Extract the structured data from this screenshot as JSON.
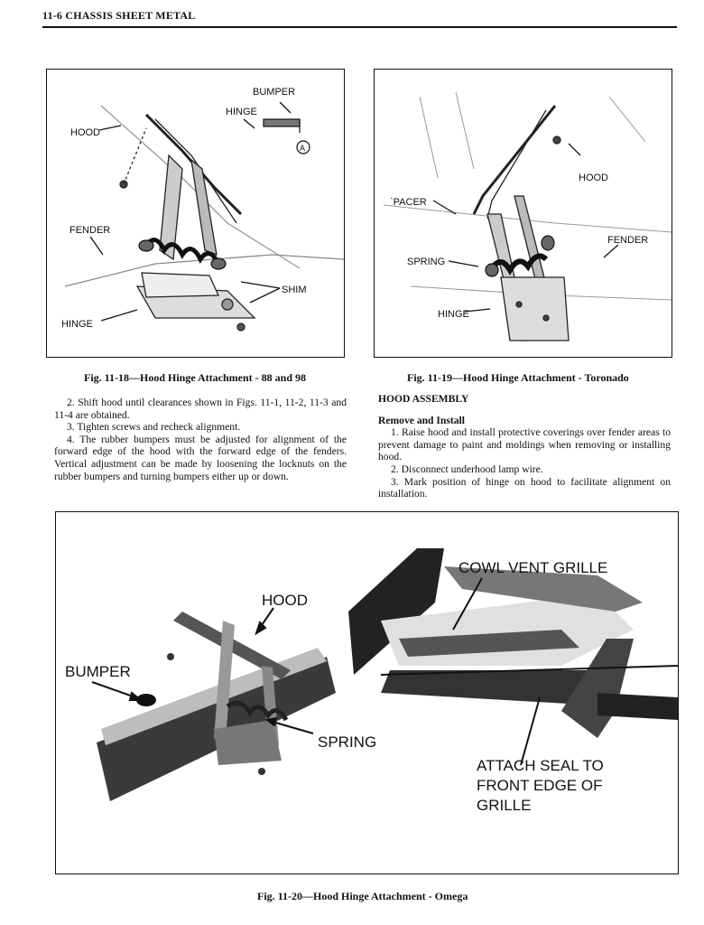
{
  "header": {
    "page_title": "11-6  CHASSIS SHEET METAL"
  },
  "fig18": {
    "labels": {
      "bumper": "BUMPER",
      "hinge_top": "HINGE",
      "view": "A",
      "hood": "HOOD",
      "fender": "FENDER",
      "shim": "SHIM",
      "hinge_bottom": "HINGE"
    },
    "caption": "Fig. 11-18—Hood Hinge Attachment - 88 and 98"
  },
  "fig19": {
    "labels": {
      "hood": "HOOD",
      "spacer": "`PACER",
      "fender": "FENDER",
      "spring": "SPRING",
      "hinge": "HINGE"
    },
    "caption": "Fig. 11-19—Hood Hinge Attachment - Toronado"
  },
  "left_text": {
    "p1": "2. Shift hood until clearances shown in Figs. 11-1, 11-2, 11-3 and 11-4 are obtained.",
    "p2": "3. Tighten screws and recheck alignment.",
    "p3": "4. The rubber bumpers must be adjusted for alignment of the forward edge of the hood with the forward edge of the fenders. Vertical adjustment can be made by loosening the locknuts on the rubber bumpers and turning bumpers either up or down."
  },
  "right_text": {
    "heading": "HOOD ASSEMBLY",
    "subheading": "Remove and Install",
    "p1": "1. Raise hood and install protective coverings over fender areas to prevent damage to paint and moldings when removing or installing hood.",
    "p2": "2. Disconnect underhood lamp wire.",
    "p3": "3. Mark position of hinge on hood to facilitate alignment on installation."
  },
  "fig20": {
    "labels": {
      "hood": "HOOD",
      "bumper": "BUMPER",
      "spring": "SPRING",
      "cowl": "COWL VENT GRILLE",
      "attach1": "ATTACH SEAL TO",
      "attach2": "FRONT EDGE OF",
      "attach3": "GRILLE"
    },
    "caption": "Fig. 11-20—Hood Hinge Attachment - Omega"
  }
}
